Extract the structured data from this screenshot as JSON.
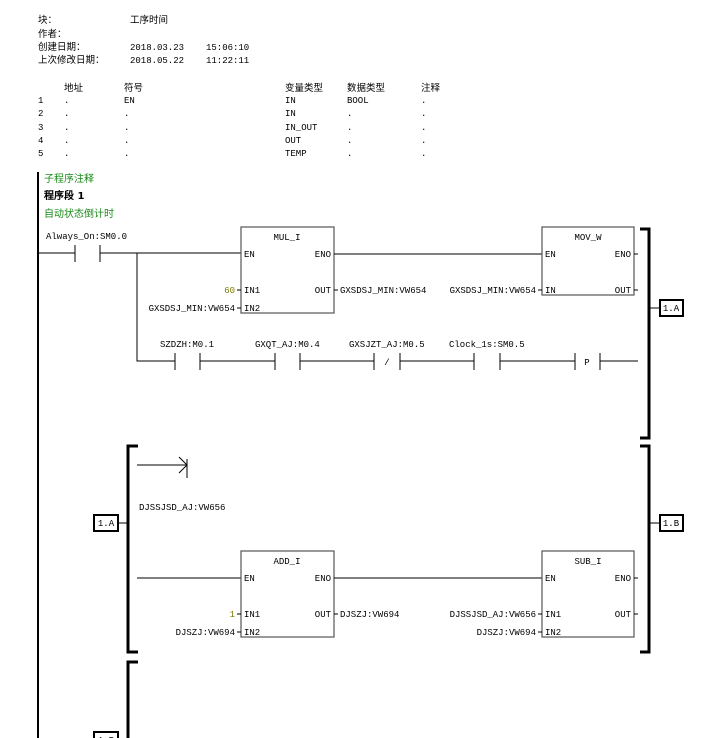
{
  "header": {
    "block_label": "块：",
    "block_value": "工序时间",
    "author_label": "作者：",
    "created_label": "创建日期：",
    "created_date": "2018.03.23",
    "created_time": "15:06:10",
    "modified_label": "上次修改日期：",
    "modified_date": "2018.05.22",
    "modified_time": "11:22:11"
  },
  "var_table": {
    "columns": [
      "地址",
      "符号",
      "变量类型",
      "数据类型",
      "注释"
    ],
    "rows": [
      {
        "n": "1",
        "addr": ".",
        "sym": "EN",
        "vtype": "IN",
        "dtype": "BOOL",
        "comment": "."
      },
      {
        "n": "2",
        "addr": ".",
        "sym": ".",
        "vtype": "IN",
        "dtype": ".",
        "comment": "."
      },
      {
        "n": "3",
        "addr": ".",
        "sym": ".",
        "vtype": "IN_OUT",
        "dtype": ".",
        "comment": "."
      },
      {
        "n": "4",
        "addr": ".",
        "sym": ".",
        "vtype": "OUT",
        "dtype": ".",
        "comment": "."
      },
      {
        "n": "5",
        "addr": ".",
        "sym": ".",
        "vtype": "TEMP",
        "dtype": ".",
        "comment": "."
      }
    ]
  },
  "program": {
    "sub_comment": "子程序注释",
    "network_title": "程序段 1",
    "network_comment": "自动状态倒计时",
    "contacts": {
      "always_on": "Always_On:SM0.0",
      "szdzh": "SZDZH:M0.1",
      "gxqt": "GXQT_AJ:M0.4",
      "gxsjzt": "GXSJZT_AJ:M0.5",
      "not_symbol": "/",
      "clock": "Clock_1s:SM0.5",
      "p_symbol": "P"
    },
    "mul": {
      "title": "MUL_I",
      "en": "EN",
      "eno": "ENO",
      "in1": "IN1",
      "in2": "IN2",
      "out": "OUT",
      "in1_val": "60",
      "in2_val": "GXSDSJ_MIN:VW654",
      "out_val": "GXSDSJ_MIN:VW654"
    },
    "mov": {
      "title": "MOV_W",
      "en": "EN",
      "eno": "ENO",
      "in": "IN",
      "out": "OUT",
      "in_val": "GXSDSJ_MIN:VW654"
    },
    "jump_label": "DJSSJSD_AJ:VW656",
    "add": {
      "title": "ADD_I",
      "en": "EN",
      "eno": "ENO",
      "in1": "IN1",
      "in2": "IN2",
      "out": "OUT",
      "in1_val": "1",
      "in2_val": "DJSZJ:VW694",
      "out_val": "DJSZJ:VW694"
    },
    "sub": {
      "title": "SUB_I",
      "en": "EN",
      "eno": "ENO",
      "in1": "IN1",
      "in2": "IN2",
      "out": "OUT",
      "in1_val": "DJSSJSD_AJ:VW656",
      "in2_val": "DJSZJ:VW694"
    },
    "connectors": {
      "a": "1.A",
      "b": "1.B"
    }
  }
}
